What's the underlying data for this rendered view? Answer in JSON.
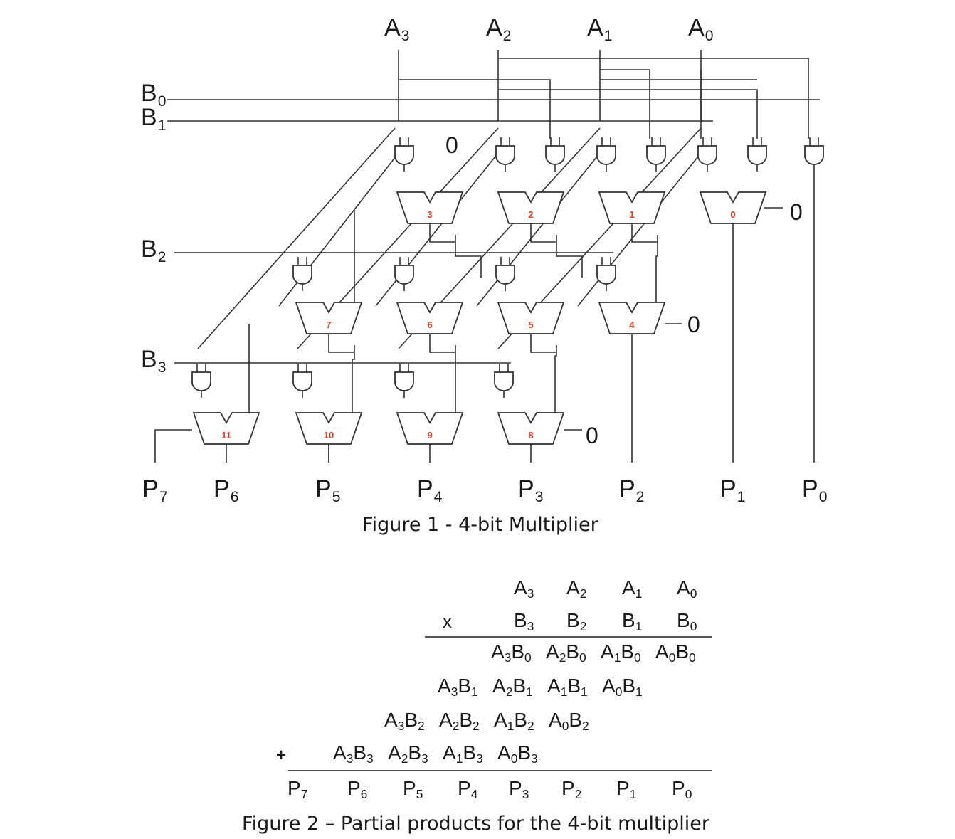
{
  "figure1": {
    "caption": "Figure 1 - 4-bit Multiplier",
    "inputs_a": [
      {
        "name": "A",
        "sub": "3"
      },
      {
        "name": "A",
        "sub": "2"
      },
      {
        "name": "A",
        "sub": "1"
      },
      {
        "name": "A",
        "sub": "0"
      }
    ],
    "inputs_b": [
      {
        "name": "B",
        "sub": "0"
      },
      {
        "name": "B",
        "sub": "1"
      },
      {
        "name": "B",
        "sub": "2"
      },
      {
        "name": "B",
        "sub": "3"
      }
    ],
    "outputs": [
      {
        "name": "P",
        "sub": "7"
      },
      {
        "name": "P",
        "sub": "6"
      },
      {
        "name": "P",
        "sub": "5"
      },
      {
        "name": "P",
        "sub": "4"
      },
      {
        "name": "P",
        "sub": "3"
      },
      {
        "name": "P",
        "sub": "2"
      },
      {
        "name": "P",
        "sub": "1"
      },
      {
        "name": "P",
        "sub": "0"
      }
    ],
    "zero_label": "0",
    "adder_rows": [
      [
        "3",
        "2",
        "1",
        "0"
      ],
      [
        "7",
        "6",
        "5",
        "4"
      ],
      [
        "11",
        "10",
        "9",
        "8"
      ]
    ]
  },
  "figure2": {
    "caption": "Figure 2 – Partial products for the 4-bit multiplier",
    "times_sign": "x",
    "plus_sign": "+",
    "multiplicand": [
      {
        "name": "A",
        "sub": "3"
      },
      {
        "name": "A",
        "sub": "2"
      },
      {
        "name": "A",
        "sub": "1"
      },
      {
        "name": "A",
        "sub": "0"
      }
    ],
    "multiplier": [
      {
        "name": "B",
        "sub": "3"
      },
      {
        "name": "B",
        "sub": "2"
      },
      {
        "name": "B",
        "sub": "1"
      },
      {
        "name": "B",
        "sub": "0"
      }
    ],
    "partial_rows": [
      [
        "A3B0",
        "A2B0",
        "A1B0",
        "A0B0"
      ],
      [
        "A3B1",
        "A2B1",
        "A1B1",
        "A0B1"
      ],
      [
        "A3B2",
        "A2B2",
        "A1B2",
        "A0B2"
      ],
      [
        "A3B3",
        "A2B3",
        "A1B3",
        "A0B3"
      ]
    ],
    "products": [
      {
        "name": "P",
        "sub": "7"
      },
      {
        "name": "P",
        "sub": "6"
      },
      {
        "name": "P",
        "sub": "5"
      },
      {
        "name": "P",
        "sub": "4"
      },
      {
        "name": "P",
        "sub": "3"
      },
      {
        "name": "P",
        "sub": "2"
      },
      {
        "name": "P",
        "sub": "1"
      },
      {
        "name": "P",
        "sub": "0"
      }
    ]
  }
}
